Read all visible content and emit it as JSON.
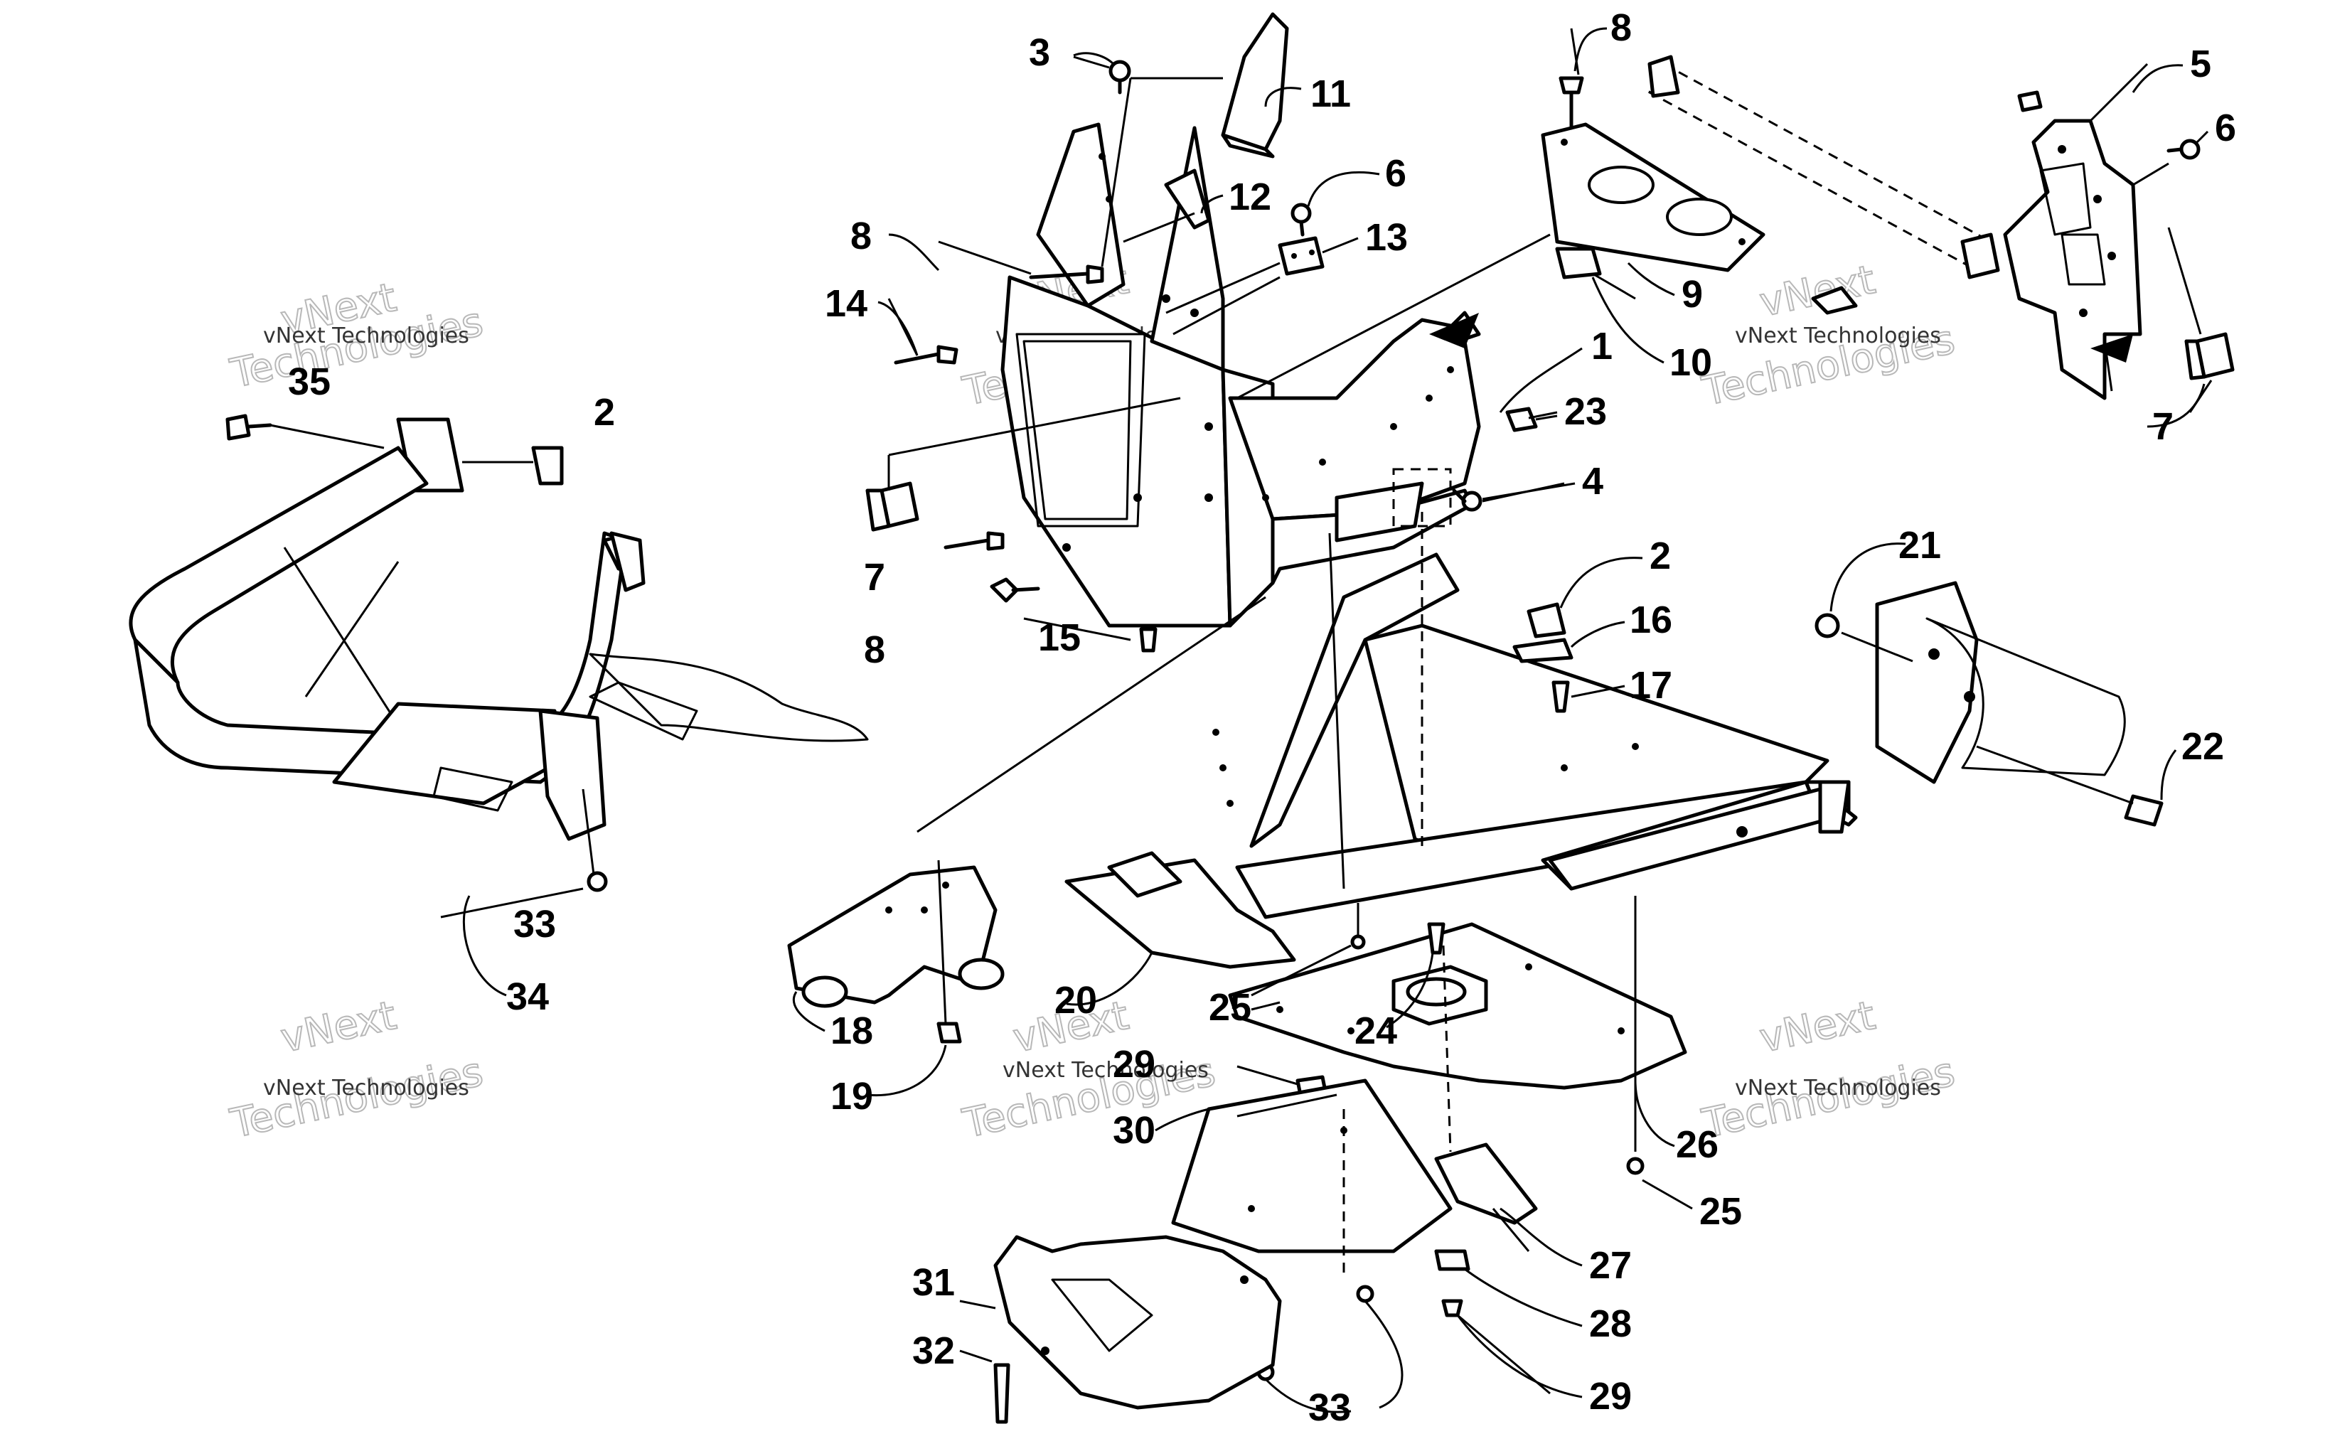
{
  "callouts": {
    "c1": "1",
    "c2a": "2",
    "c2b": "2",
    "c3": "3",
    "c4": "4",
    "c5": "5",
    "c6a": "6",
    "c6b": "6",
    "c7a": "7",
    "c7b": "7",
    "c8a": "8",
    "c8b": "8",
    "c8c": "8",
    "c9": "9",
    "c10": "10",
    "c11": "11",
    "c12": "12",
    "c13": "13",
    "c14": "14",
    "c15": "15",
    "c16": "16",
    "c17": "17",
    "c18": "18",
    "c19": "19",
    "c20": "20",
    "c21": "21",
    "c22": "22",
    "c23": "23",
    "c24": "24",
    "c25a": "25",
    "c25b": "25",
    "c26": "26",
    "c27": "27",
    "c28": "28",
    "c29a": "29",
    "c29b": "29",
    "c30": "30",
    "c31": "31",
    "c32": "32",
    "c33a": "33",
    "c33b": "33",
    "c34": "34",
    "c35": "35"
  },
  "watermark": {
    "line1": "vNext",
    "line2": "Technologies",
    "small": "vNext Technologies"
  }
}
